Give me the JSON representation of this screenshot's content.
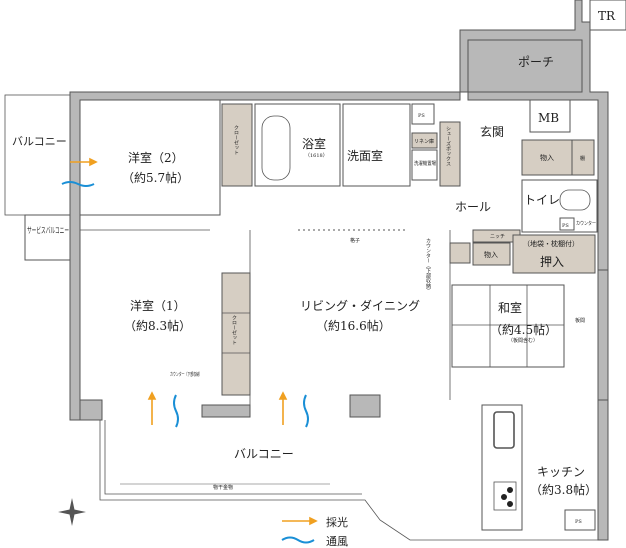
{
  "rooms": {
    "tr": "TR",
    "porch": "ポーチ",
    "mb": "MB",
    "entrance": "玄関",
    "storage_entrance": "物入",
    "shelf": "棚",
    "toilet": "トイレ",
    "counter_toilet": "カウンター",
    "ps": "PS",
    "hall": "ホール",
    "niche": "ニッチ",
    "storage_hall": "物入",
    "oshiire_note": "（地袋・枕棚付）",
    "oshiire": "押入",
    "counter_lower": "カウンター（下部収納）",
    "washitsu": "和室",
    "washitsu_size": "（約4.5帖）",
    "washitsu_note": "（板間含む）",
    "itama": "板間",
    "kitchen": "キッチン",
    "kitchen_size": "（約3.8帖）",
    "bath": "浴室",
    "bath_size": "（1618）",
    "washroom": "洗面室",
    "linen": "リネン庫",
    "washer": "洗濯機置場",
    "shoebox": "シューズボックス",
    "room2": "洋室（2）",
    "room2_size": "（約5.7帖）",
    "closet": "クローゼット",
    "lattice": "格子",
    "room1": "洋室（1）",
    "room1_size": "（約8.3帖）",
    "counter_room1": "カウンター（下部収納）",
    "living": "リビング・ダイニング",
    "living_size": "（約16.6帖）",
    "balcony_left": "バルコニー",
    "service_balcony": "サービスバルコニー",
    "balcony_bottom": "バルコニー",
    "drying_hardware": "物干金物"
  },
  "legend": {
    "light": "採光",
    "wind": "通風"
  },
  "colors": {
    "light_arrow": "#f0a020",
    "wind": "#1a8fd6",
    "storage": "#d6cec3",
    "wall": "#b8b8b8"
  }
}
